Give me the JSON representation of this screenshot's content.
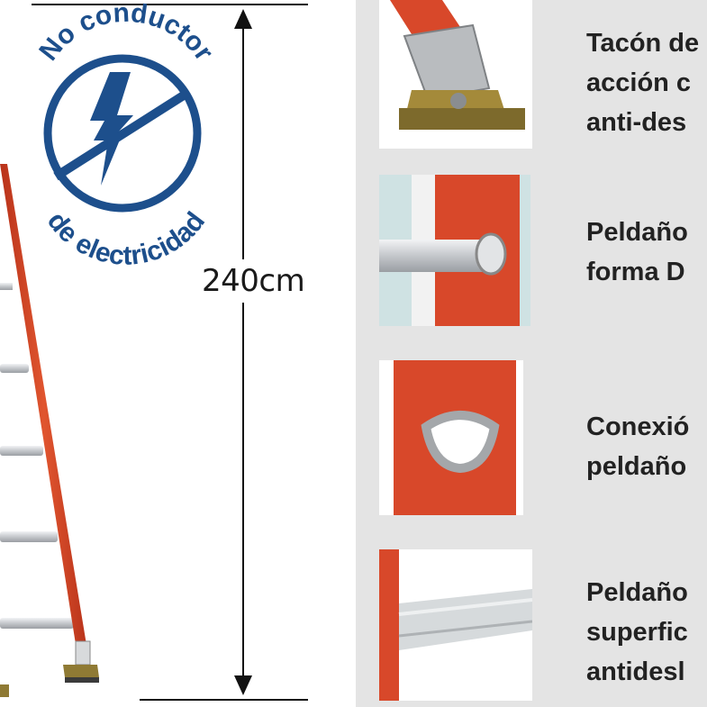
{
  "badge": {
    "top_text": "No conductor",
    "bottom_text": "de electricidad",
    "color": "#1d4f8c"
  },
  "dimension": {
    "label": "240cm"
  },
  "features": [
    {
      "lines": [
        "Tacón de",
        "acción c",
        "anti-des"
      ]
    },
    {
      "lines": [
        "Peldaño",
        "forma D"
      ]
    },
    {
      "lines": [
        "Conexió",
        "peldaño"
      ]
    },
    {
      "lines": [
        "Peldaño",
        "superfic",
        "antidesl"
      ]
    }
  ],
  "colors": {
    "ladder_orange": "#d8482a",
    "rung_silver": "#c9ccd0",
    "right_panel_bg": "#e4e4e4"
  }
}
